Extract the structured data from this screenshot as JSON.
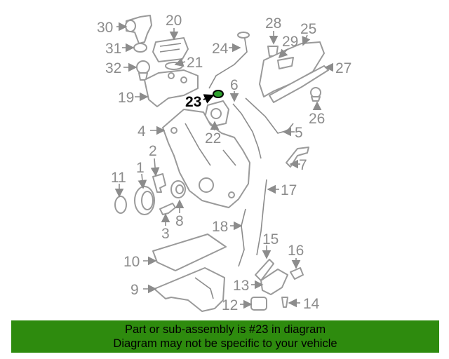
{
  "diagram": {
    "highlighted_part": "23",
    "callouts": [
      "1",
      "2",
      "3",
      "4",
      "5",
      "6",
      "7",
      "8",
      "9",
      "10",
      "11",
      "12",
      "13",
      "14",
      "15",
      "16",
      "17",
      "18",
      "19",
      "20",
      "21",
      "22",
      "23",
      "24",
      "25",
      "26",
      "27",
      "28",
      "29",
      "30",
      "31",
      "32"
    ]
  },
  "banner": {
    "line1": "Part or sub-assembly is #23 in diagram",
    "line2": "Diagram may not be specific to your vehicle"
  },
  "colors": {
    "banner_bg": "#2e8b0e",
    "highlight_part": "#2ea02e",
    "line_gray": "#8c8c8c"
  }
}
